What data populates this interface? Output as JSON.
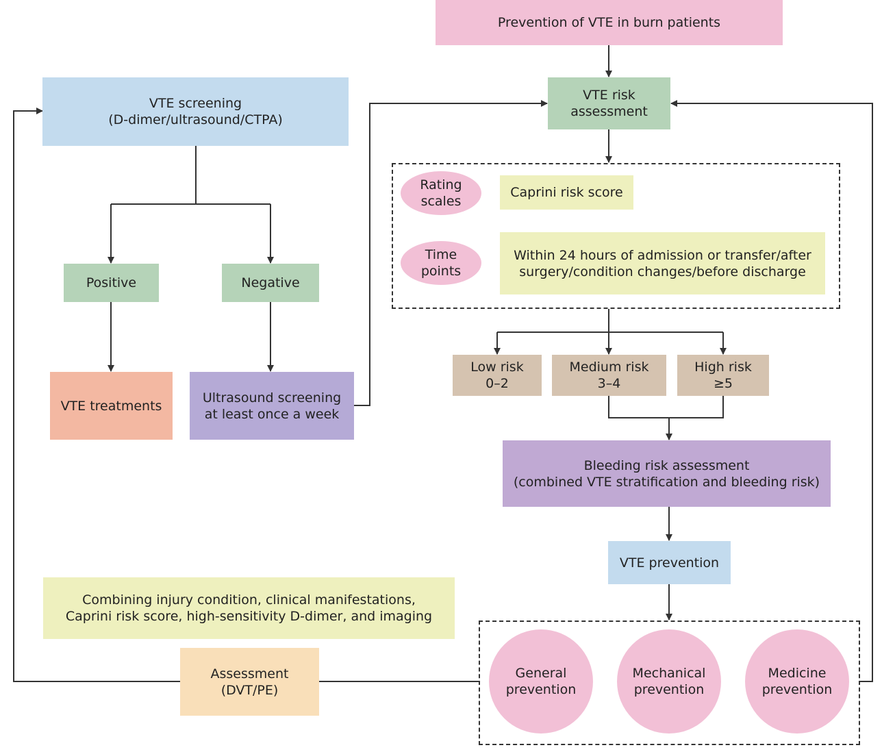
{
  "title": "Prevention of VTE in burn patients",
  "screening": {
    "line1": "VTE screening",
    "line2": "(D-dimer/ultrasound/CTPA)",
    "positive": "Positive",
    "negative": "Negative",
    "treatments": "VTE treatments",
    "ultrasound_line1": "Ultrasound screening",
    "ultrasound_line2": "at least once a week"
  },
  "risk_assessment": {
    "line1": "VTE risk",
    "line2": "assessment",
    "rating_line1": "Rating",
    "rating_line2": "scales",
    "caprini": "Caprini risk score",
    "time_line1": "Time",
    "time_line2": "points",
    "within_line1": "Within 24 hours of admission or transfer/after",
    "within_line2": "surgery/condition changes/before discharge"
  },
  "levels": {
    "low_line1": "Low risk",
    "low_line2": "0–2",
    "medium_line1": "Medium risk",
    "medium_line2": "3–4",
    "high_line1": "High risk",
    "high_line2": "≥5"
  },
  "bleeding": {
    "line1": "Bleeding risk assessment",
    "line2": "(combined VTE stratification and bleeding risk)"
  },
  "prevention": {
    "title": "VTE prevention",
    "general_line1": "General",
    "general_line2": "prevention",
    "mechanical_line1": "Mechanical",
    "mechanical_line2": "prevention",
    "medicine_line1": "Medicine",
    "medicine_line2": "prevention"
  },
  "assessment": {
    "combining_line1": "Combining injury condition, clinical manifestations,",
    "combining_line2": "Caprini risk score, high-sensitivity D-dimer, and imaging",
    "line1": "Assessment",
    "line2": "(DVT/PE)"
  },
  "colors": {
    "pink": "#f2c0d6",
    "blue": "#c3dbee",
    "green": "#b5d3b8",
    "salmon": "#f3b8a2",
    "purple": "#b5aad6",
    "lavender": "#c0a9d3",
    "tan": "#d5c3b0",
    "yellow": "#eef0be",
    "peach": "#f9dfb9",
    "line": "#333333"
  }
}
